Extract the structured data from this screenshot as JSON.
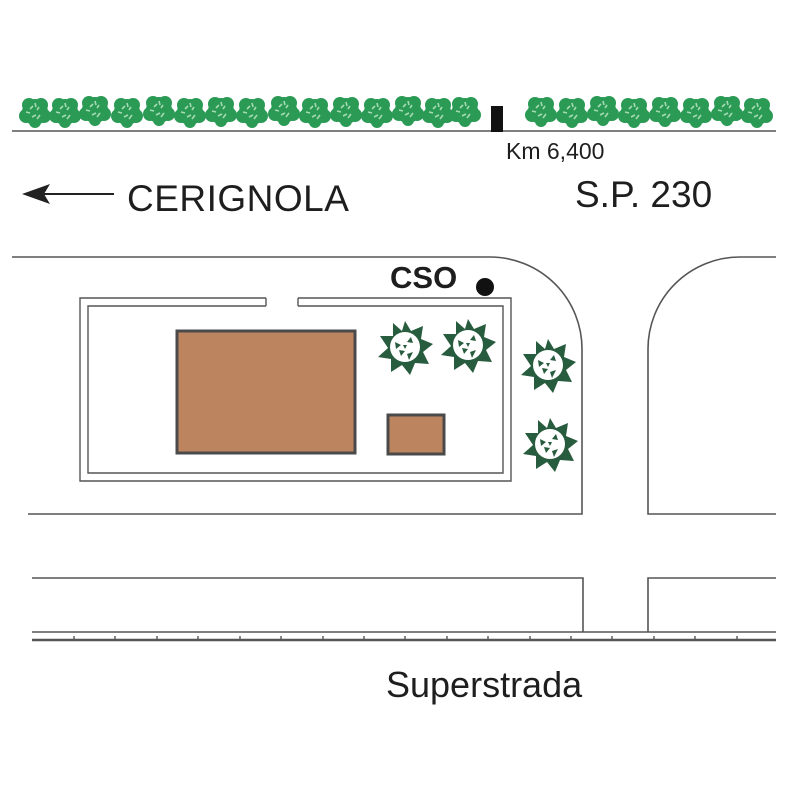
{
  "labels": {
    "km": "Km 6,400",
    "direction": "CERIGNOLA",
    "road": "S.P. 230",
    "site": "CSO",
    "highway": "Superstrada"
  },
  "icons": {
    "direction_arrow": "arrow-left-icon",
    "km_marker": "milestone-icon",
    "site_point": "location-dot-icon",
    "trees": "tree-icon",
    "hedge": "shrub-icon"
  },
  "colors": {
    "line": "#555555",
    "building_fill": "#bd8460",
    "building_stroke": "#4a4a4a",
    "hedge_green": "#2a9a55",
    "hedge_light": "#a6dab3",
    "tree_dark": "#285c3e",
    "tree_light": "#ffffff"
  }
}
